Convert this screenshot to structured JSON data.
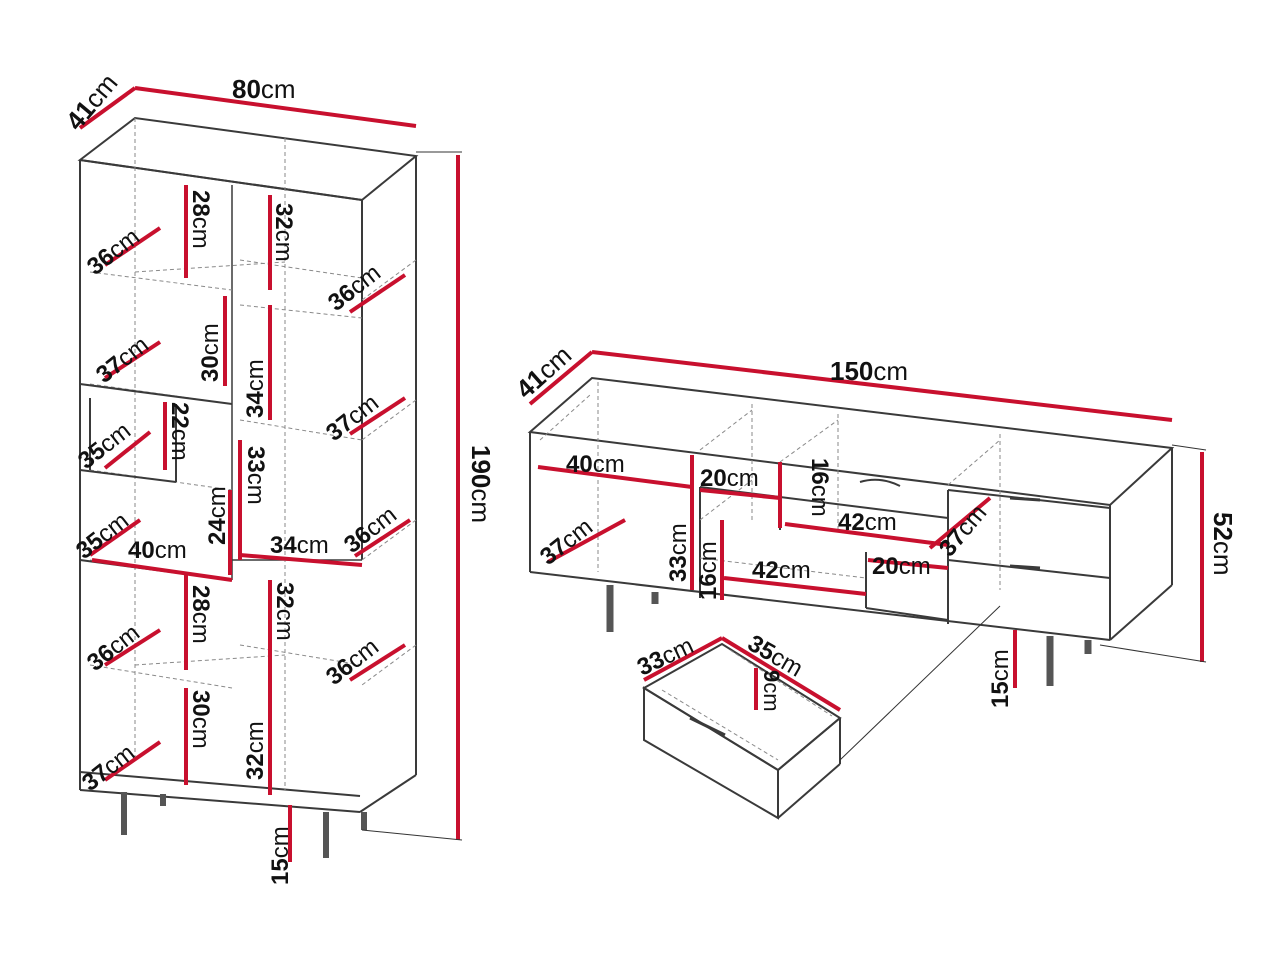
{
  "unit": "cm",
  "colors": {
    "dimension": "#c8102e",
    "outline": "#3a3a3a",
    "dashed": "#8a8a8a"
  },
  "bookcase": {
    "width": "80",
    "depth": "41",
    "height": "190",
    "leg_height": "15",
    "shelf_heights": [
      "28",
      "32",
      "30",
      "34",
      "22",
      "33",
      "24",
      "28",
      "32",
      "30",
      "32"
    ],
    "shelf_depths": [
      "36",
      "36",
      "37",
      "37",
      "35",
      "35",
      "36",
      "36",
      "36",
      "37"
    ],
    "widths": [
      "40",
      "34"
    ]
  },
  "tv_stand": {
    "width": "150",
    "depth": "41",
    "height": "52",
    "leg_height": "15",
    "dims": [
      "40",
      "20",
      "16",
      "42",
      "37",
      "37",
      "33",
      "16",
      "42",
      "20"
    ]
  },
  "drawer": {
    "depth": "33",
    "width": "35",
    "height": "9"
  }
}
